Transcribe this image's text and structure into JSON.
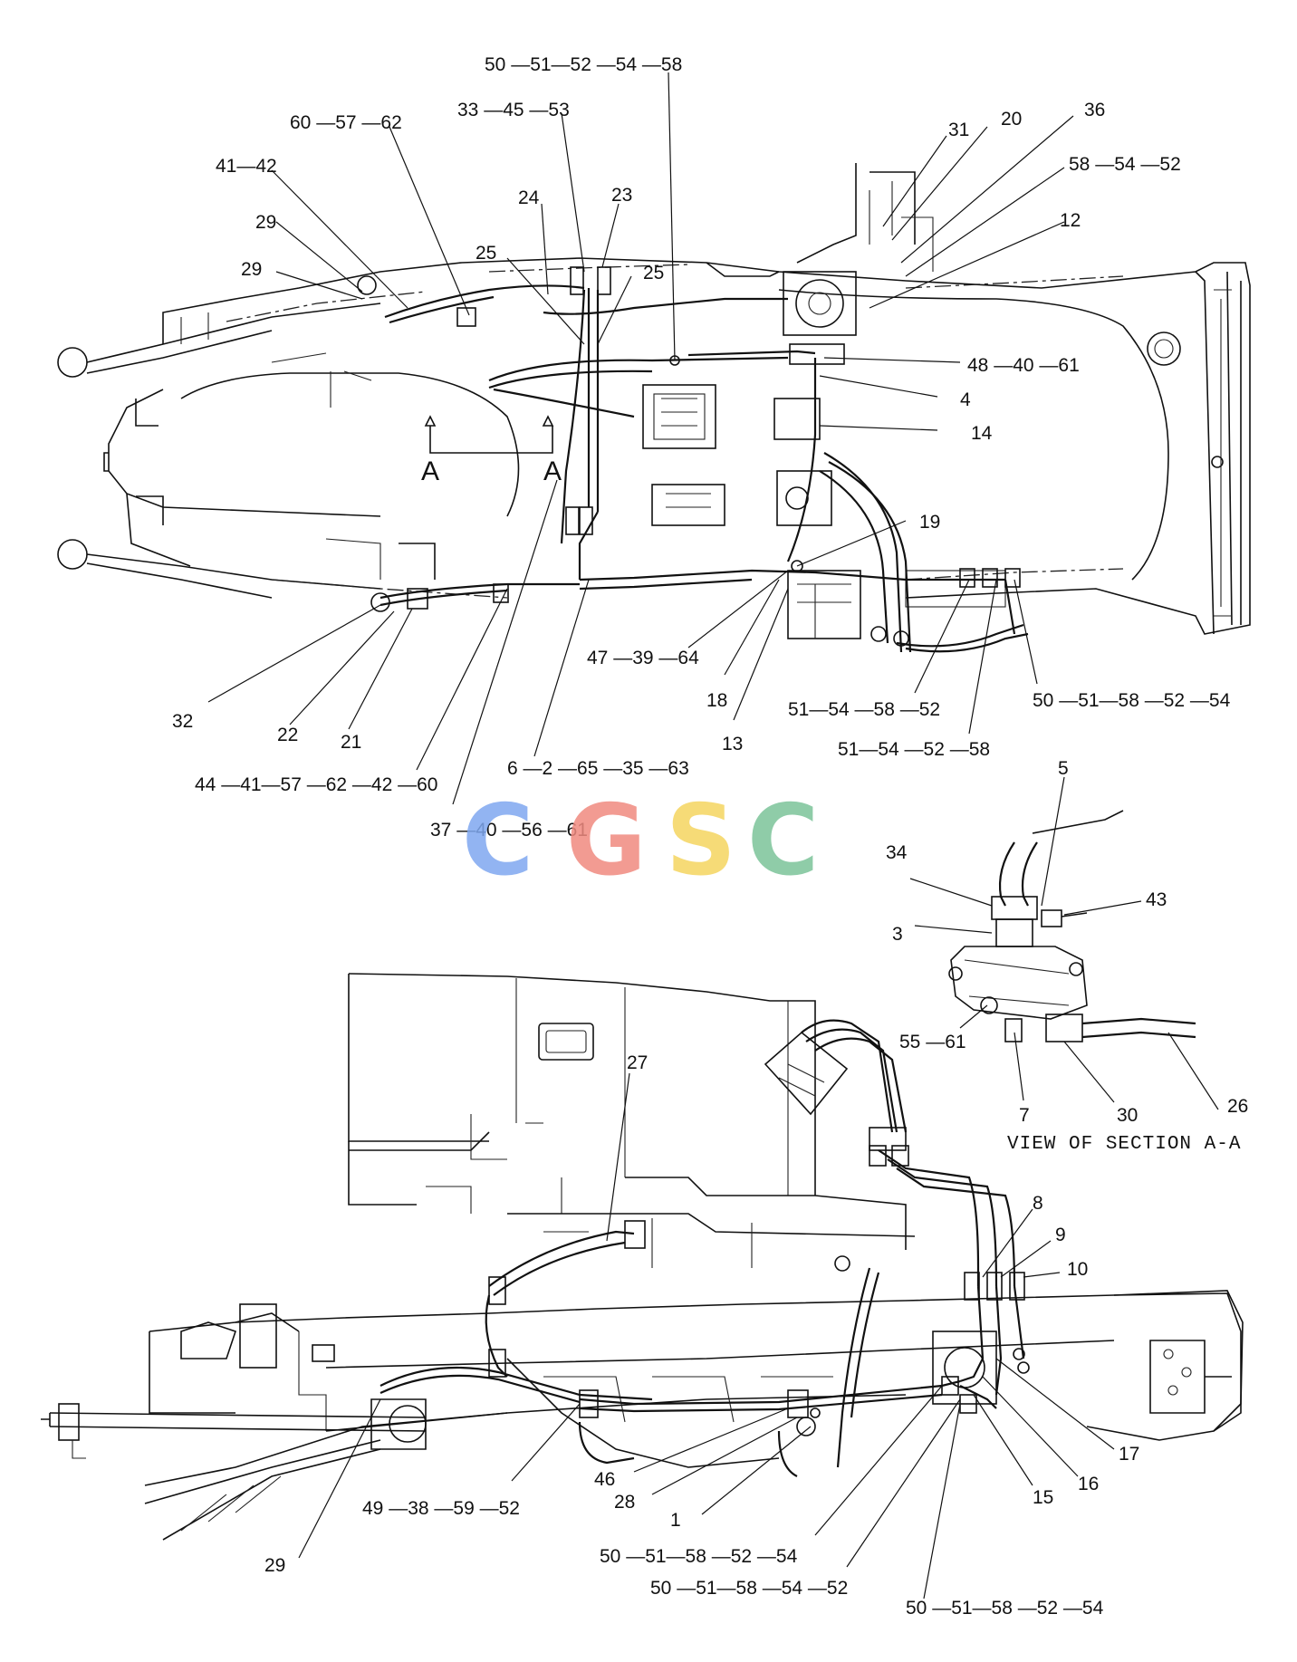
{
  "drawing": {
    "section_marker": "A",
    "section_title": "VIEW OF SECTION A-A",
    "watermark": {
      "letters": [
        {
          "ch": "C",
          "color": "#7fa8f0"
        },
        {
          "ch": "G",
          "color": "#f08a80"
        },
        {
          "ch": "S",
          "color": "#f5d560"
        },
        {
          "ch": "C",
          "color": "#7cc49a"
        }
      ]
    },
    "callouts_top": [
      "50 —51—52 —54 —58",
      "33 —45 —53",
      "60 —57 —62",
      "41—42",
      "29",
      "29",
      "24",
      "23",
      "25",
      "25",
      "31",
      "20",
      "36",
      "58 —54 —52",
      "12",
      "48 —40 —61",
      "4",
      "14",
      "19",
      "47 —39 —64",
      "18",
      "13",
      "51—54 —58 —52",
      "51—54 —52 —58",
      "50 —51—58 —52 —54",
      "32",
      "22",
      "21",
      "44 —41—57 —62 —42 —60",
      "6 —2 —65 —35 —63",
      "37 —40 —56 —61"
    ],
    "callouts_section": [
      "5",
      "34",
      "43",
      "3",
      "55 —61",
      "7",
      "30",
      "26"
    ],
    "callouts_bottom": [
      "27",
      "8",
      "9",
      "10",
      "17",
      "16",
      "15",
      "46",
      "28",
      "1",
      "49 —38 —59 —52",
      "29",
      "50 —51—58 —52 —54",
      "50 —51—58 —54 —52",
      "50 —51—58 —52 —54"
    ]
  }
}
